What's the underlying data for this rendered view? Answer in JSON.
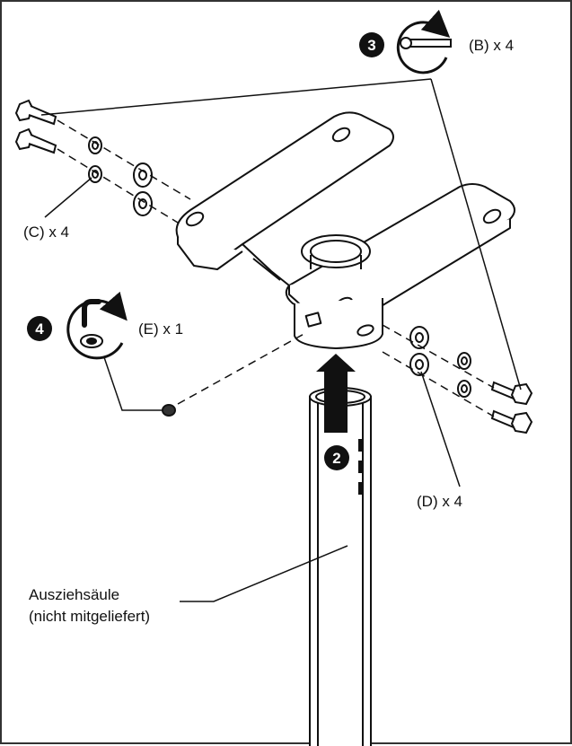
{
  "steps": [
    {
      "number": "2"
    },
    {
      "number": "3",
      "part_label": "(B) x 4",
      "icon": "wrench-tighten-icon"
    },
    {
      "number": "4",
      "part_label": "(E) x 1",
      "icon": "hex-key-tighten-icon"
    }
  ],
  "parts": {
    "c_label": "(C) x 4",
    "d_label": "(D) x 4"
  },
  "column_label": {
    "line1": "Ausziehsäule",
    "line2": "(nicht mitgeliefert)"
  },
  "colors": {
    "line": "#111111",
    "fill": "#ffffff",
    "frame": "#333333"
  }
}
